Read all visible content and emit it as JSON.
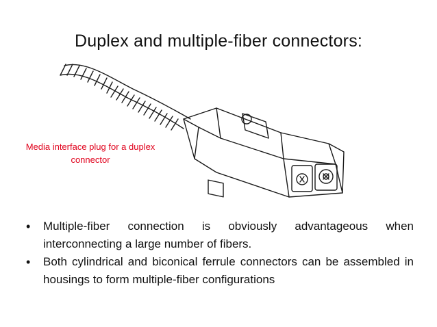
{
  "slide": {
    "title": "Duplex and multiple-fiber connectors:",
    "caption": "Media interface plug for a duplex connector",
    "bullets": [
      {
        "marker": "•",
        "text": "Multiple-fiber connection is obviously advantageous when interconnecting a large number of fibers."
      },
      {
        "marker": "•",
        "text": "Both cylindrical and biconical ferrule connectors can be assembled in housings to form multiple-fiber configurations"
      }
    ]
  },
  "colors": {
    "caption": "#e0001b",
    "text": "#111111",
    "background": "#ffffff"
  },
  "figure": {
    "icon": "duplex-connector-line-drawing"
  }
}
